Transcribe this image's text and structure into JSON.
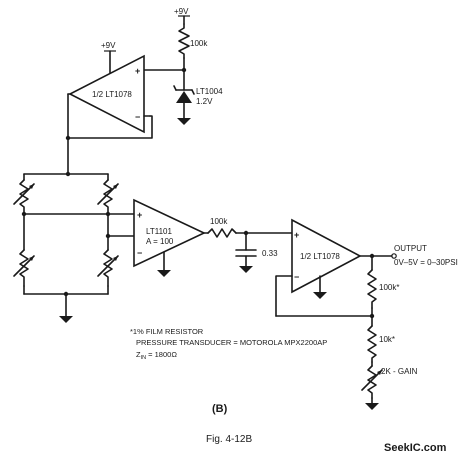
{
  "supplies": {
    "plus9v_top": "+9V",
    "plus9v_amp": "+9V"
  },
  "components": {
    "r_top": "100k",
    "zener_name": "LT1004",
    "zener_value": "1.2V",
    "opamp_buffer": "1/2 LT1078",
    "instr_amp_name": "LT1101",
    "instr_amp_gain": "A = 100",
    "r_series": "100k",
    "cap_value": "0.33",
    "opamp_output": "1/2 LT1078",
    "r_feedback": "100k*",
    "r_gain": "10k*",
    "pot_gain": "2K - GAIN"
  },
  "output": {
    "label": "OUTPUT",
    "range": "0V–5V = 0–30PSI"
  },
  "notes": {
    "line1": "*1% FILM RESISTOR",
    "line2": "PRESSURE TRANSDUCER = MOTOROLA MPX2200AP",
    "zin_label": "Z",
    "zin_sub": "IN",
    "zin_value": " = 1800Ω"
  },
  "figure": {
    "panel_label": "(B)",
    "caption": "Fig. 4-12B"
  },
  "watermark": "SeekIC.com",
  "pins": {
    "plus": "+",
    "minus": "−"
  }
}
